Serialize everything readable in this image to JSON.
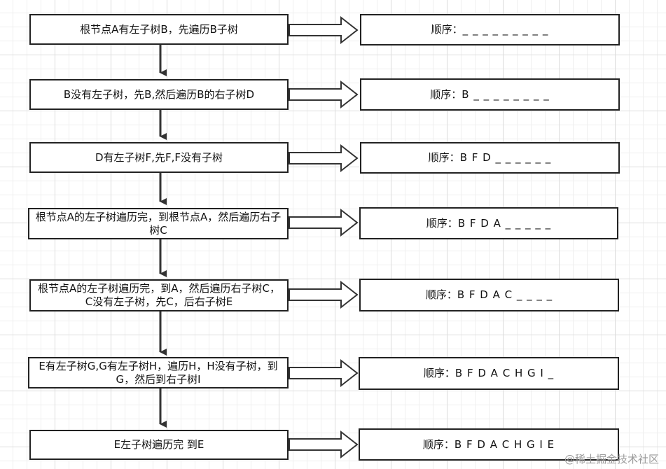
{
  "steps": [
    {
      "text": "根节点A有左子树B，先遍历B子树",
      "order_label": "顺序：",
      "order_value": "_ _ _ _ _ _ _ _ _"
    },
    {
      "text": "B没有左子树，先B,然后遍历B的右子树D",
      "order_label": "顺序：",
      "order_value": "B _ _ _ _ _ _ _ _"
    },
    {
      "text": "D有左子树F,先F,F没有子树",
      "order_label": "顺序：",
      "order_value": "B F D _ _ _ _ _ _"
    },
    {
      "text": "根节点A的左子树遍历完，到根节点A，然后遍历右子树C",
      "order_label": "顺序：",
      "order_value": "B F D A _ _ _ _ _"
    },
    {
      "text": "根节点A的左子树遍历完，到A，然后遍历右子树C，C没有左子树，先C，后右子树E",
      "order_label": "顺序：",
      "order_value": "B F D A C _ _ _ _"
    },
    {
      "text": "E有左子树G,G有左子树H，遍历H，H没有子树，到G，然后到右子树I",
      "order_label": "顺序：",
      "order_value": "B F D A C H G I _"
    },
    {
      "text": "E左子树遍历完 到E",
      "order_label": "顺序：",
      "order_value": "B F D A C H G I E"
    }
  ],
  "watermark": "@稀土掘金技术社区"
}
